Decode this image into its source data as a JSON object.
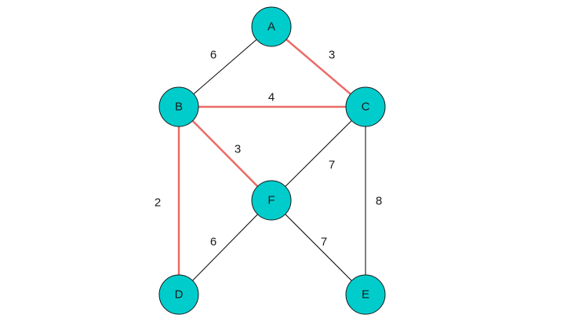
{
  "colors": {
    "node_fill": "#00CCCC",
    "node_stroke": "#1a1a1a",
    "edge_default": "#000000",
    "edge_highlight": "#EA6B66"
  },
  "nodes": [
    {
      "id": "A",
      "label": "A"
    },
    {
      "id": "B",
      "label": "B"
    },
    {
      "id": "C",
      "label": "C"
    },
    {
      "id": "F",
      "label": "F"
    },
    {
      "id": "D",
      "label": "D"
    },
    {
      "id": "E",
      "label": "E"
    }
  ],
  "edges": [
    {
      "from": "A",
      "to": "B",
      "weight": "6",
      "highlighted": false
    },
    {
      "from": "A",
      "to": "C",
      "weight": "3",
      "highlighted": true
    },
    {
      "from": "B",
      "to": "C",
      "weight": "4",
      "highlighted": true
    },
    {
      "from": "B",
      "to": "F",
      "weight": "3",
      "highlighted": true
    },
    {
      "from": "B",
      "to": "D",
      "weight": "2",
      "highlighted": true
    },
    {
      "from": "C",
      "to": "F",
      "weight": "7",
      "highlighted": false
    },
    {
      "from": "C",
      "to": "E",
      "weight": "8",
      "highlighted": false
    },
    {
      "from": "F",
      "to": "D",
      "weight": "6",
      "highlighted": false
    },
    {
      "from": "F",
      "to": "E",
      "weight": "7",
      "highlighted": false
    }
  ]
}
